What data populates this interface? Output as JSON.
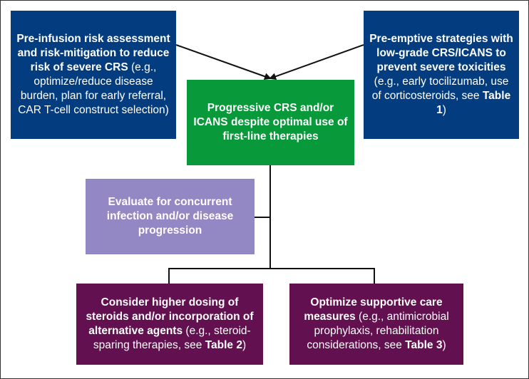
{
  "boxes": {
    "pre_infusion": {
      "title": "Pre-infusion risk assessment and risk-mitigation to reduce risk of severe CRS",
      "detail": "(e.g., optimize/reduce disease burden, plan for early referral, CAR T-cell construct selection)",
      "color": "#033d7f"
    },
    "pre_emptive": {
      "title": "Pre-emptive strategies with low-grade CRS/ICANS to prevent severe toxicities",
      "detail": "(e.g., early tocilizumab, use of corticosteroids, see",
      "ref": "Table 1",
      "close": ")",
      "color": "#033d7f"
    },
    "progressive": {
      "title": "Progressive CRS and/or ICANS despite optimal use of first-line therapies",
      "color": "#08993b"
    },
    "evaluate": {
      "title": "Evaluate for concurrent infection and/or disease progression",
      "color": "#9488c4"
    },
    "higher_dosing": {
      "title": "Consider higher dosing of steroids and/or incorporation of alternative agents",
      "detail": "(e.g., steroid-sparing therapies, see",
      "ref": "Table 2",
      "close": ")",
      "color": "#62104f"
    },
    "supportive": {
      "title": "Optimize supportive care measures",
      "detail": "(e.g., antimicrobial prophylaxis, rehabilitation considerations, see",
      "ref": "Table 3",
      "close": ")",
      "color": "#62104f"
    }
  }
}
